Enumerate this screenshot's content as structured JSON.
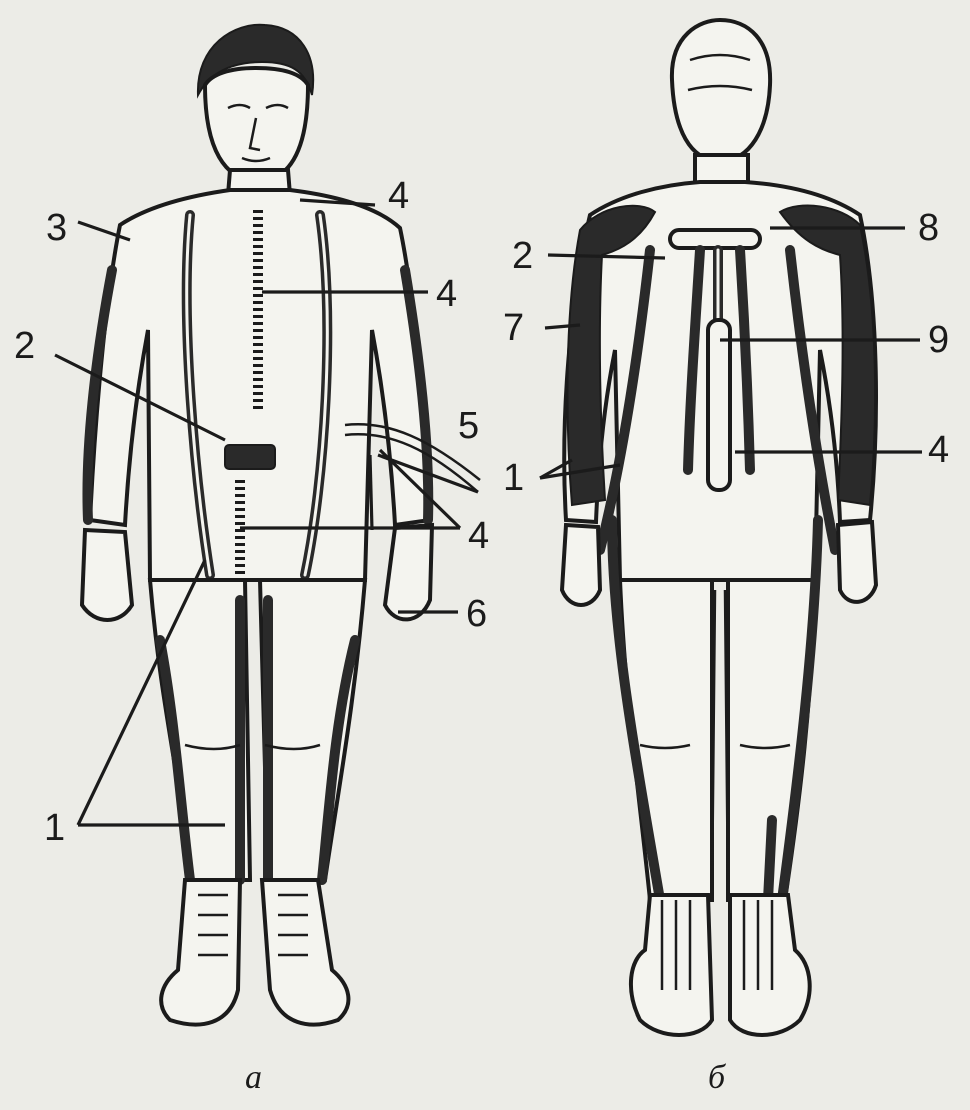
{
  "figure": {
    "front_caption": "а",
    "back_caption": "б"
  },
  "front_labels": {
    "l3": "3",
    "l4_collar": "4",
    "l4_chest": "4",
    "l2": "2",
    "l5": "5",
    "l4_waist": "4",
    "l6": "6",
    "l1": "1"
  },
  "back_labels": {
    "l2": "2",
    "l8": "8",
    "l7": "7",
    "l9": "9",
    "l1": "1",
    "l4": "4"
  }
}
